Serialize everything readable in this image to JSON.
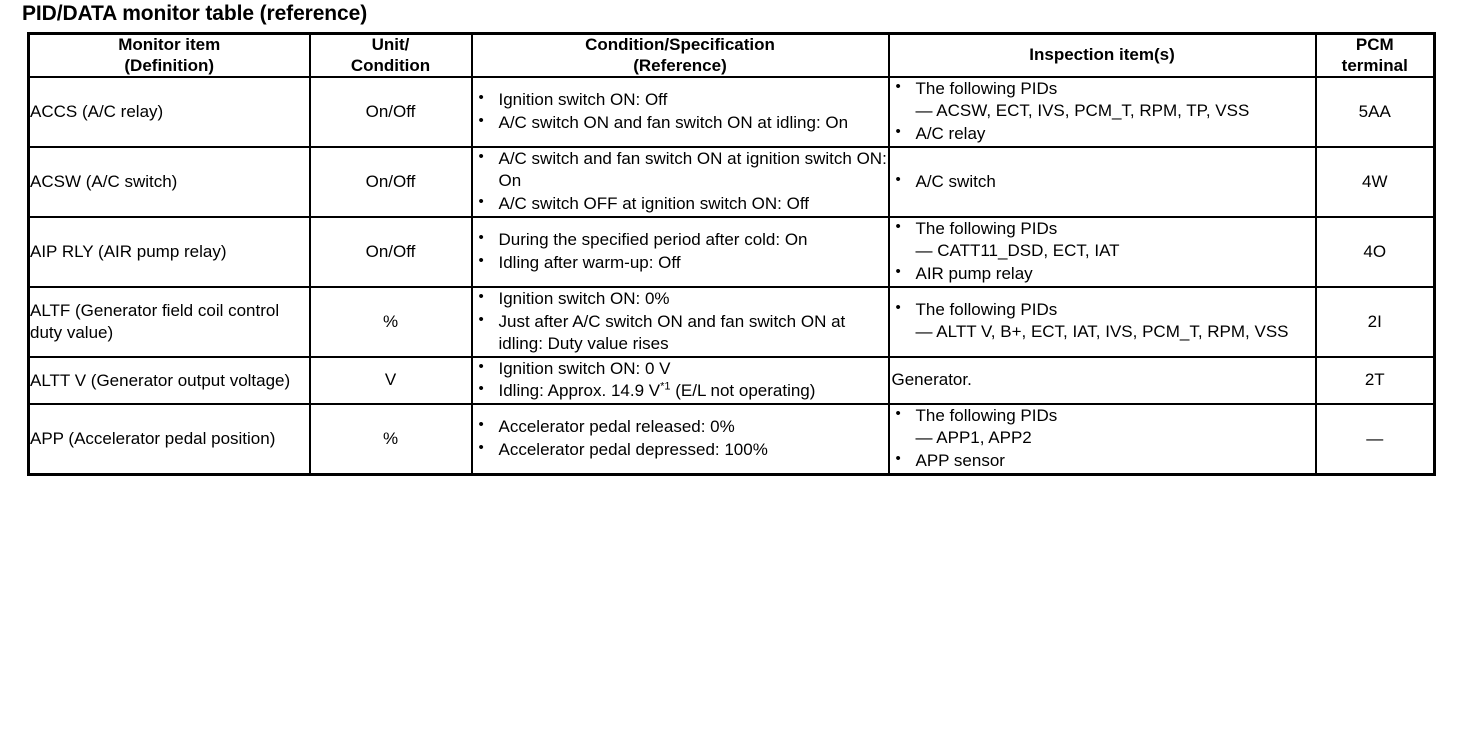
{
  "document": {
    "title": "PID/DATA monitor table (reference)"
  },
  "table": {
    "headers": [
      {
        "line1": "Monitor item",
        "line2": "(Definition)"
      },
      {
        "line1": "Unit/",
        "line2": "Condition"
      },
      {
        "line1": "Condition/Specification",
        "line2": "(Reference)"
      },
      {
        "line1": "Inspection item(s)",
        "line2": ""
      },
      {
        "line1": "PCM",
        "line2": "terminal"
      }
    ],
    "rows": [
      {
        "monitor_item": "ACCS (A/C relay)",
        "unit_condition": "On/Off",
        "conditions": [
          {
            "text": "Ignition switch ON: Off",
            "sub": ""
          },
          {
            "text": "A/C switch ON and fan switch ON at idling: On",
            "sub": ""
          }
        ],
        "inspection": [
          {
            "text": "The following PIDs",
            "sub": "— ACSW, ECT, IVS, PCM_T, RPM, TP, VSS"
          },
          {
            "text": "A/C relay",
            "sub": ""
          }
        ],
        "pcm_terminal": "5AA"
      },
      {
        "monitor_item": "ACSW (A/C switch)",
        "unit_condition": "On/Off",
        "conditions": [
          {
            "text": "A/C switch and fan switch ON at ignition switch ON: On",
            "sub": ""
          },
          {
            "text": "A/C switch OFF at ignition switch ON: Off",
            "sub": ""
          }
        ],
        "inspection": [
          {
            "text": "A/C switch",
            "sub": ""
          }
        ],
        "pcm_terminal": "4W"
      },
      {
        "monitor_item": "AIP RLY (AIR pump relay)",
        "unit_condition": "On/Off",
        "conditions": [
          {
            "text": "During the specified period after cold: On",
            "sub": ""
          },
          {
            "text": "Idling after warm-up: Off",
            "sub": ""
          }
        ],
        "inspection": [
          {
            "text": "The following PIDs",
            "sub": "— CATT11_DSD, ECT, IAT"
          },
          {
            "text": "AIR pump relay",
            "sub": ""
          }
        ],
        "pcm_terminal": "4O"
      },
      {
        "monitor_item": "ALTF (Generator field coil control duty value)",
        "unit_condition": "%",
        "conditions": [
          {
            "text": "Ignition switch ON: 0%",
            "sub": ""
          },
          {
            "text": "Just after A/C switch ON and fan switch ON at idling: Duty value rises",
            "sub": ""
          }
        ],
        "inspection": [
          {
            "text": "The following PIDs",
            "sub": "— ALTT V, B+, ECT, IAT, IVS, PCM_T, RPM, VSS"
          }
        ],
        "pcm_terminal": "2I"
      },
      {
        "monitor_item": "ALTT V (Generator output voltage)",
        "unit_condition": "V",
        "conditions": [
          {
            "text": "Ignition switch ON: 0 V",
            "sub": ""
          },
          {
            "text": "Idling: Approx. 14.9 V",
            "note": "*1",
            "text_after": " (E/L not operating)",
            "sub": ""
          }
        ],
        "inspection_plain": "Generator.",
        "inspection": [],
        "pcm_terminal": "2T"
      },
      {
        "monitor_item": "APP (Accelerator pedal position)",
        "unit_condition": "%",
        "conditions": [
          {
            "text": "Accelerator pedal released: 0%",
            "sub": ""
          },
          {
            "text": "Accelerator pedal depressed: 100%",
            "sub": ""
          }
        ],
        "inspection": [
          {
            "text": "The following PIDs",
            "sub": "— APP1, APP2"
          },
          {
            "text": "APP sensor",
            "sub": ""
          }
        ],
        "pcm_terminal": "—"
      }
    ]
  }
}
